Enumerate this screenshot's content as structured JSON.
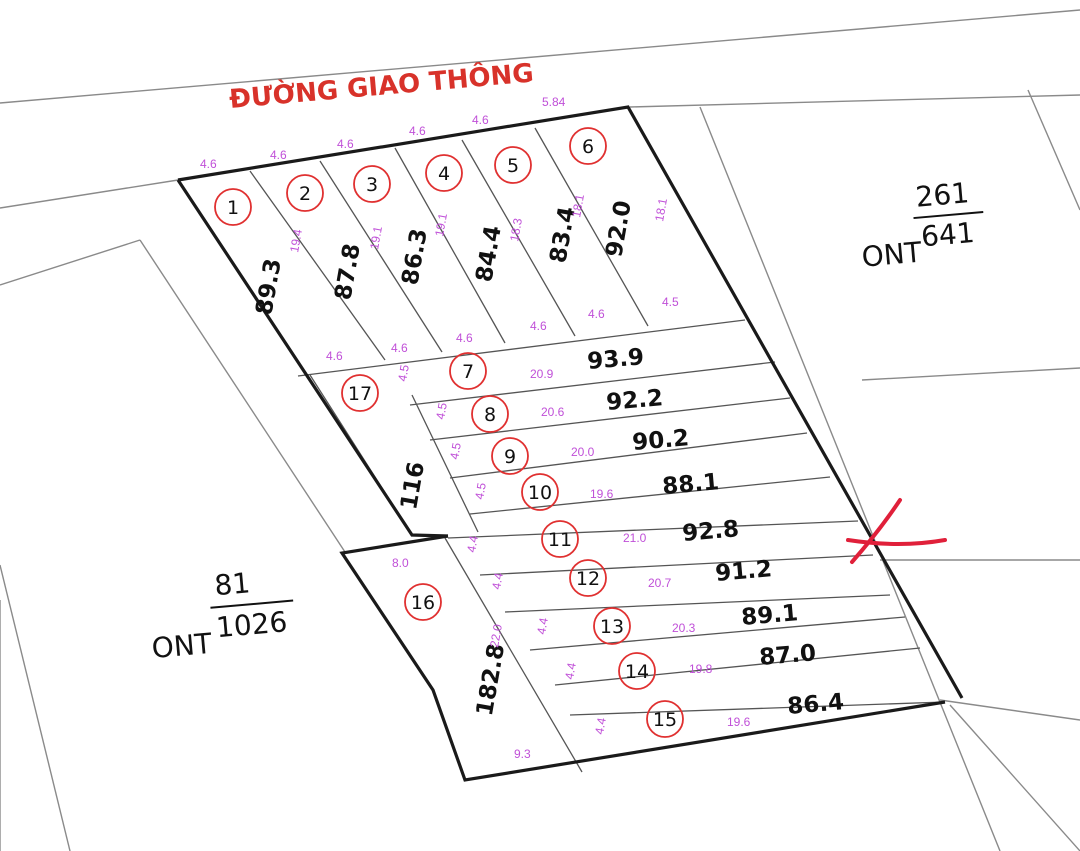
{
  "road_label": "ĐƯỜNG GIAO THÔNG",
  "parcels_neighbor": [
    {
      "id": "ont-261",
      "type_label": "ONT",
      "number": "261",
      "area": "641"
    },
    {
      "id": "ont-81",
      "type_label": "ONT",
      "number": "81",
      "area": "1026"
    }
  ],
  "lots": [
    {
      "number": "1",
      "area": "89.3"
    },
    {
      "number": "2",
      "area": "87.8"
    },
    {
      "number": "3",
      "area": "86.3"
    },
    {
      "number": "4",
      "area": "84.4"
    },
    {
      "number": "5",
      "area": "83.4"
    },
    {
      "number": "6",
      "area": "92.0"
    },
    {
      "number": "7",
      "area": "93.9"
    },
    {
      "number": "8",
      "area": "92.2"
    },
    {
      "number": "9",
      "area": "90.2"
    },
    {
      "number": "10",
      "area": "88.1"
    },
    {
      "number": "11",
      "area": "92.8"
    },
    {
      "number": "12",
      "area": "91.2"
    },
    {
      "number": "13",
      "area": "89.1"
    },
    {
      "number": "14",
      "area": "87.0"
    },
    {
      "number": "15",
      "area": "86.4"
    },
    {
      "number": "16",
      "area": "182.8"
    },
    {
      "number": "17",
      "area": "116"
    }
  ],
  "dimensions": {
    "front_widths": [
      "4.6",
      "4.6",
      "4.6",
      "4.6",
      "4.6",
      "5.84"
    ],
    "top_depths": [
      "19.4",
      "19.1",
      "19.1",
      "18.3",
      "18.1",
      "18.1"
    ],
    "mid_widths": [
      "4.6",
      "4.6",
      "4.6",
      "4.6",
      "4.6",
      "4.5"
    ],
    "row_lengths": [
      "20.9",
      "20.6",
      "20.0",
      "19.6",
      "21.0",
      "20.7",
      "20.3",
      "19.8",
      "19.6"
    ],
    "side_widths": [
      "4.5",
      "4.5",
      "4.5",
      "4.5",
      "4.4",
      "4.4",
      "4.4",
      "4.4",
      "4.4"
    ],
    "lot16_top": "8.0",
    "lot16_bottom": "9.3",
    "lot16_depth": "22.0"
  },
  "colors": {
    "road_text": "#d8322a",
    "dimension_text": "#c050d8",
    "circle_stroke": "#e03030",
    "mark": "#e0203a"
  }
}
